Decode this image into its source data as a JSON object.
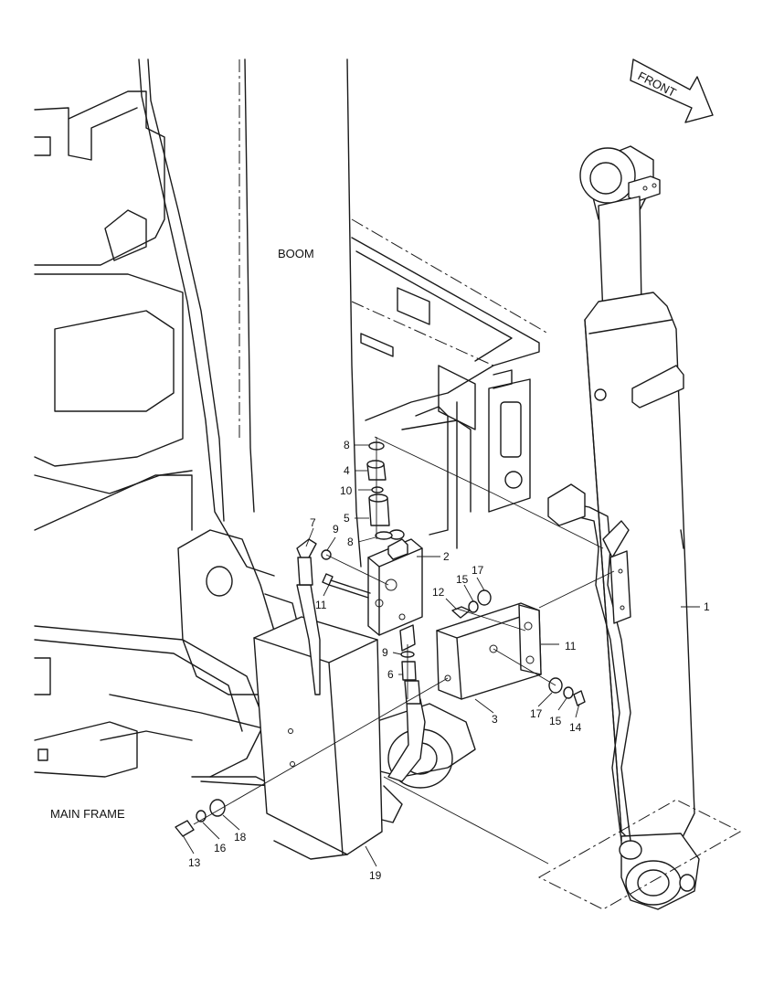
{
  "labels": {
    "boom": "BOOM",
    "main_frame": "MAIN FRAME",
    "front": "FRONT"
  },
  "callouts": {
    "c1": "1",
    "c2": "2",
    "c3": "3",
    "c4": "4",
    "c5": "5",
    "c6": "6",
    "c7": "7",
    "c8a": "8",
    "c8b": "8",
    "c9a": "9",
    "c9b": "9",
    "c10": "10",
    "c11a": "11",
    "c11b": "11",
    "c12": "12",
    "c13": "13",
    "c14": "14",
    "c15a": "15",
    "c15b": "15",
    "c16": "16",
    "c17a": "17",
    "c17b": "17",
    "c18": "18",
    "c19": "19"
  }
}
